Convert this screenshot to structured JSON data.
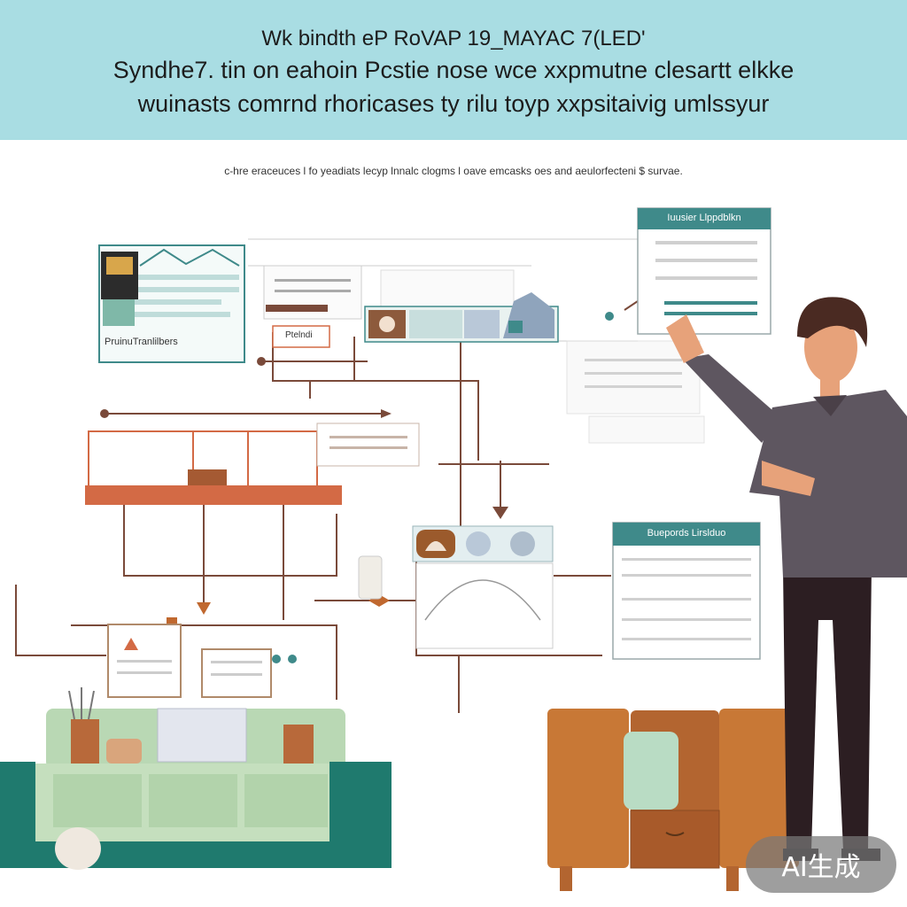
{
  "header": {
    "line1": "Wk bindth eP RoVAP 19_MAYAC 7(LED'",
    "line2": "Syndhe7. tin on eahoin Pcstie nose wce xxpmutne clesartt elkke",
    "line3": "wuinasts comrnd rhoricases ty rilu toyp xxpsitaivig umlssyur"
  },
  "subtitle": "c-hre eraceuces   l fo yeadiats lecyp lnnalc clogms l oave emcasks oes and aeulorfecteni $ survae.",
  "nodes": {
    "top_left_caption": "PruinuTranlilbers",
    "small_tag": "Ptelndi",
    "card_top_right_header": "Iuusier Llppdblkn",
    "card_mid_right_header": "Buepords Lirslduo"
  },
  "badge": {
    "label": "AI生成"
  },
  "colors": {
    "banner": "#a9dde3",
    "teal": "#3f8a8a",
    "orange": "#d36a45",
    "brown_line": "#7a4a3a",
    "sofa_green": "#b9d8b4",
    "sofa_frame": "#1f7a6e",
    "cabinet": "#c87836",
    "shirt": "#5e5660",
    "pants": "#2c1e22",
    "skin": "#e7a27a",
    "hair": "#4a2a22"
  }
}
